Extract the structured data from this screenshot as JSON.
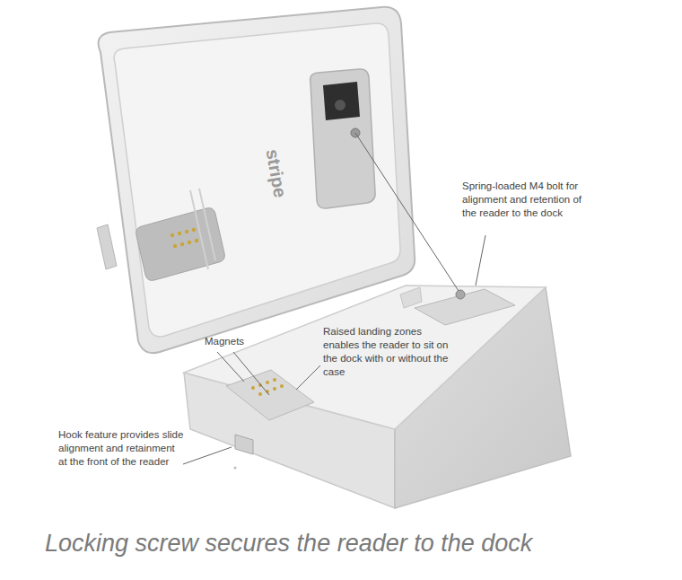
{
  "diagram": {
    "caption": "Locking screw secures the reader to the dock",
    "labels": [
      "stripe",
      "Spring-loaded M4 bolt for alignment and retention of the reader to the dock",
      "Magnets",
      "Raised landing zones enables the reader to sit on the dock with or without the case",
      "Hook feature provides slide alignment and retainment at the front of the reader"
    ]
  }
}
